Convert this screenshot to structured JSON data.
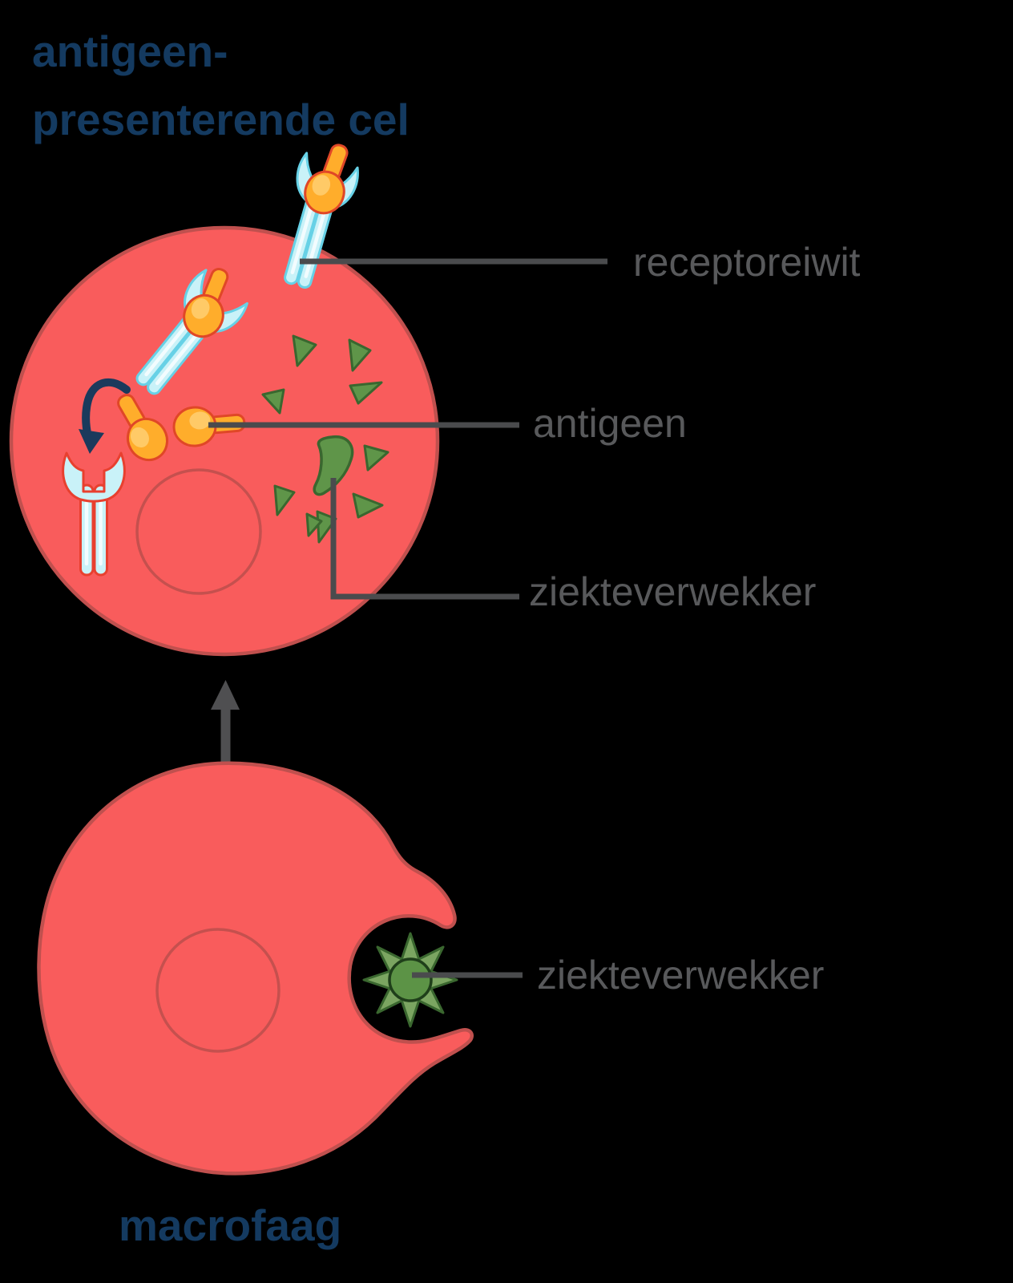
{
  "title": "antigeen-\npresenterende cel",
  "labels": {
    "receptor_protein": "receptoreiwit",
    "antigen": "antigeen",
    "pathogen_apc": "ziekteverwekker",
    "pathogen_macrophage": "ziekteverwekker",
    "macrophage": "macrofaag"
  },
  "colors": {
    "background": "#000000",
    "cell_fill": "#F95C5C",
    "cell_outline": "#C0504E",
    "nucleus_outline": "#C5504E",
    "title_text": "#143A60",
    "label_text": "#58595B",
    "pointer_line": "#4A4B4D",
    "uptake_arrow": "#4F4F51",
    "processing_arrow": "#1B3A5C",
    "receptor_fill": "#C9F2F8",
    "receptor_outline": "#67D1E6",
    "empty_receptor_outline": "#E8402F",
    "antigen_fill": "#FFAD2B",
    "antigen_highlight": "#FFCA67",
    "antigen_outline": "#E04727",
    "fragment_green_fill": "#5F9549",
    "fragment_green_outline": "#3A672F",
    "pathogen_body_fill": "#5C9346",
    "pathogen_body_outline": "#1F3F1A",
    "pathogen_spike_fill": "#7BA561"
  }
}
